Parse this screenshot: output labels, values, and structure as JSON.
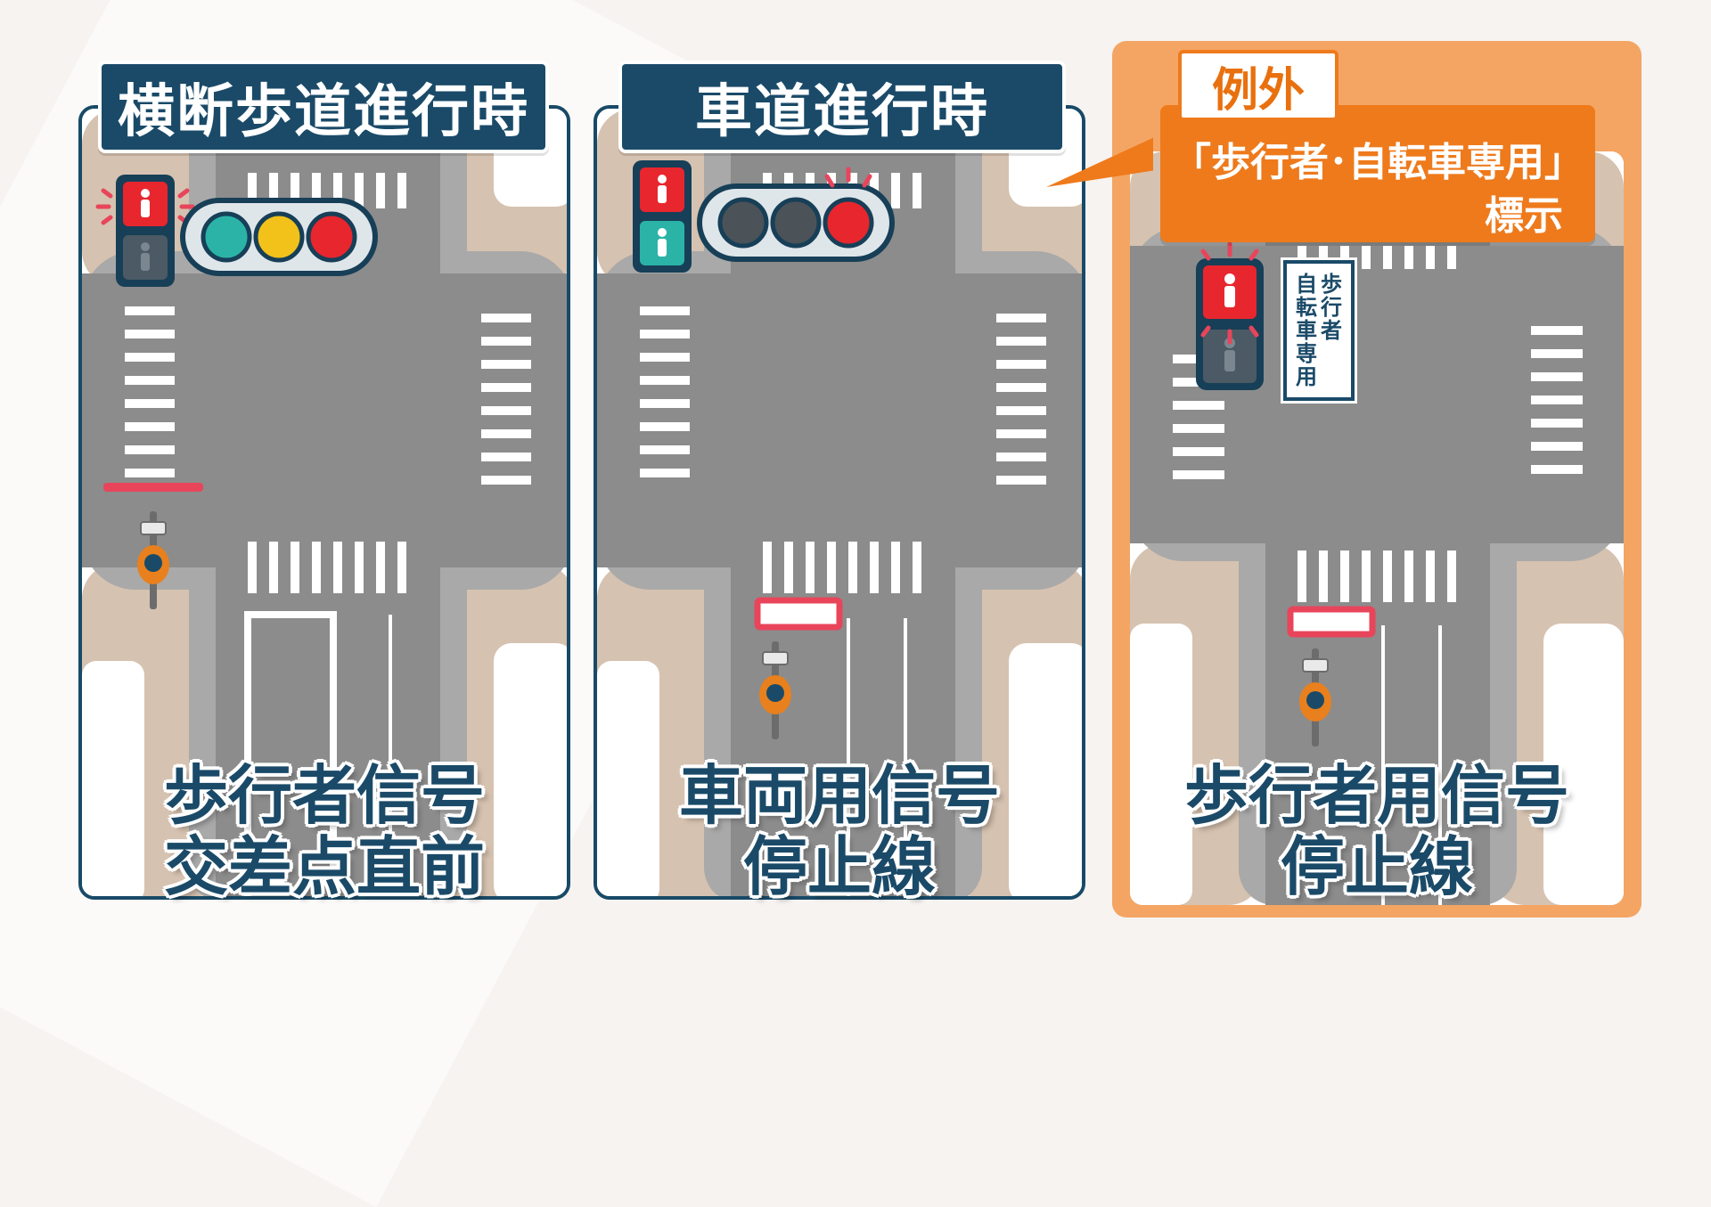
{
  "panels": [
    {
      "title": "横断歩道進行時",
      "caption_line1": "歩行者信号",
      "caption_line2": "交差点直前"
    },
    {
      "title": "車道進行時",
      "caption_line1": "車両用信号",
      "caption_line2": "停止線"
    },
    {
      "badge": "例外",
      "header_line1": "「歩行者･自転車専用」",
      "header_line2": "標示",
      "sign_right": "歩行者",
      "sign_left": "自転車専用",
      "caption_line1": "歩行者用信号",
      "caption_line2": "停止線"
    }
  ],
  "colors": {
    "navy": "#1a4a68",
    "orange": "#ee7a1c",
    "orange_light": "#f4a563",
    "road": "#8c8c8c",
    "sidewalk": "#d6c2b0",
    "curb": "#a9a9a9",
    "stop_line": "#e8455b",
    "signal_red": "#e8262e",
    "signal_yellow": "#f2c21a",
    "signal_green": "#2bb3a8"
  }
}
